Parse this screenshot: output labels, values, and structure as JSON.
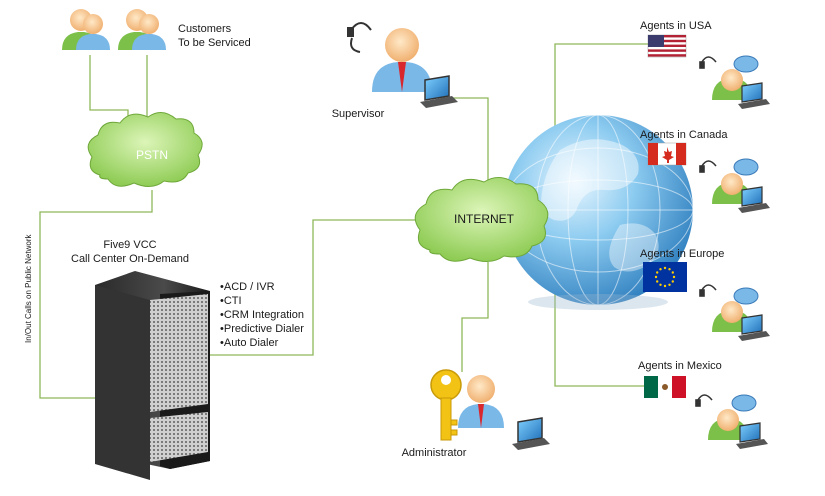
{
  "customers": {
    "line1": "Customers",
    "line2": "To be Serviced"
  },
  "pstn": "PSTN",
  "internet": "INTERNET",
  "side_label": "In/Out Calls on Public Network",
  "vcc": {
    "title": "Five9 VCC",
    "subtitle": "Call Center On-Demand",
    "features": [
      "•ACD / IVR",
      "•CTI",
      "•CRM Integration",
      "•Predictive Dialer",
      "•Auto Dialer"
    ]
  },
  "supervisor": "Supervisor",
  "administrator": "Administrator",
  "agents": [
    {
      "label": "Agents in USA",
      "flag": "usa-flag"
    },
    {
      "label": "Agents in Canada",
      "flag": "canada-flag"
    },
    {
      "label": "Agents in Europe",
      "flag": "eu-flag"
    },
    {
      "label": "Agents in Mexico",
      "flag": "mexico-flag"
    }
  ],
  "colors": {
    "connector": "#8fb85a",
    "cloud_fill": "#b8e08a",
    "cloud_stroke": "#6fa83a",
    "globe": "#5fa8dc",
    "key": "#f2c214"
  }
}
